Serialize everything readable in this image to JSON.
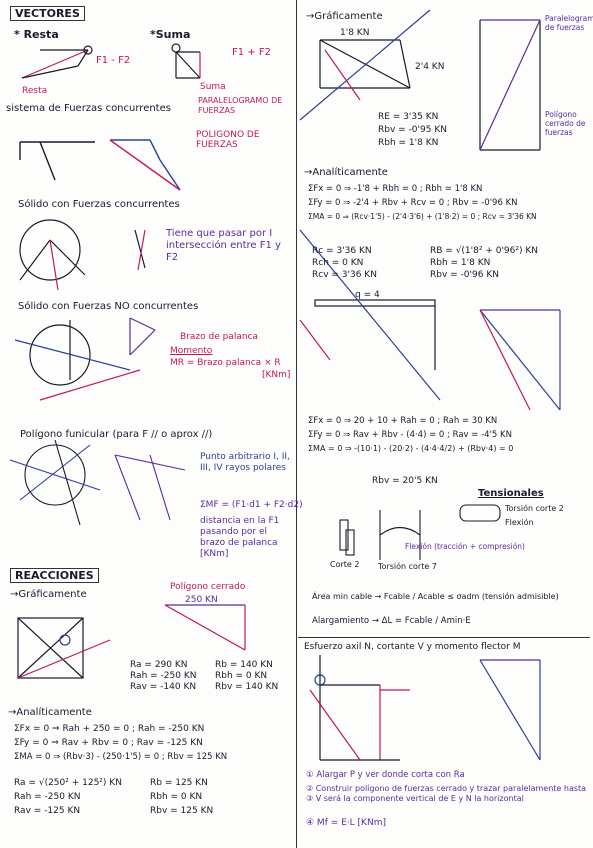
{
  "left": {
    "title": "VECTORES",
    "resta": "* Resta",
    "suma": "*Suma",
    "resta_formula": "F1 - F2",
    "suma_formula": "F1 + F2",
    "resta_note": "Resta",
    "suma_note": "Suma",
    "paralelogramo": "PARALELOGRAMO DE FUERZAS",
    "concurrentes": "sistema de Fuerzas concurrentes",
    "poligono": "POLIGONO DE FUERZAS",
    "solido_conc": "Sólido con Fuerzas concurrentes",
    "tiene_pasar": "Tiene que pasar por I intersección entre F1 y F2",
    "solido_no_conc": "Sólido con Fuerzas NO concurrentes",
    "brazo": "Brazo de palanca",
    "momento": "Momento",
    "mr_formula": "MR = Brazo palanca × R",
    "knm": "[KNm]",
    "poligono_funicular": "Polígono funicular (para F // o aprox //)",
    "punto_arbitrario": "Punto arbitrario I, II, III, IV rayos polares",
    "mf_formula": "ΣMF = (F1·d1 + F2·d2)",
    "distancia": "distancia en la F1 pasando por el brazo de palanca [KNm]",
    "reacciones": "REACCIONES",
    "graficamente": "→Gráficamente",
    "poligono_cerrado": "Polígono cerrado",
    "kn250": "250 KN",
    "res_a": [
      "Ra = 290 KN",
      "Rah = -250 KN",
      "Rav = -140 KN"
    ],
    "res_b": [
      "Rb = 140 KN",
      "Rbh = 0 KN",
      "Rbv = 140 KN"
    ],
    "analiticamente": "→Analíticamente",
    "eqs": [
      "ΣFx = 0 ⇒ Rah + 250 = 0 ; Rah = -250 KN",
      "ΣFy = 0 ⇒ Rav + Rbv = 0 ; Rav = -125 KN",
      "ΣMA = 0 ⇒ (Rbv·3) - (250·1'5) = 0 ; Rbv = 125 KN"
    ],
    "fin_a": [
      "Ra = √(250² + 125²) KN",
      "Rah = -250 KN",
      "Rav = -125 KN"
    ],
    "fin_b": [
      "Rb = 125 KN",
      "Rbh = 0 KN",
      "Rbv = 125 KN"
    ]
  },
  "right": {
    "graficamente": "→Gráficamente",
    "dims": "1'8 KN",
    "dims2": "2'4 KN",
    "paralelo": "Paralelogramo de fuerzas",
    "poligono_cerrado": "Polígono cerrado de fuerzas",
    "r_results": [
      "RE = 3'35 KN",
      "Rbv = -0'95 KN",
      "Rbh = 1'8 KN"
    ],
    "analiticamente": "→Analíticamente",
    "eqs": [
      "ΣFx = 0 ⇒ -1'8 + Rbh = 0 ; Rbh = 1'8 KN",
      "ΣFy = 0 ⇒ -2'4 + Rbv + Rcv = 0 ; Rbv = -0'96 KN",
      "ΣMA = 0 ⇒ (Rcv·1'5) - (2'4·3'6) + (1'8·2) = 0 ; Rcv = 3'36 KN"
    ],
    "rc": [
      "Rc = 3'36 KN",
      "Rch = 0 KN",
      "Rcv = 3'36 KN"
    ],
    "rb": [
      "RB = √(1'8² + 0'96²) KN",
      "Rbh = 1'8 KN",
      "Rbv = -0'96 KN"
    ],
    "q4": "q = 4",
    "eqs2": [
      "ΣFx = 0 ⇒ 20 + 10 + Rah = 0 ; Rah = 30 KN",
      "ΣFy = 0 ⇒ Rav + Rbv - (4·4) = 0 ; Rav = -4'5 KN",
      "ΣMA = 0 ⇒ -(10·1) - (20·2) - (4·4·4/2) + (Rbv·4) = 0"
    ],
    "rbv": "Rbv = 20'5 KN",
    "tensionales": "Tensionales",
    "torsion_corte": "Torsión corte 2",
    "flexion": "Flexión",
    "flexion_traccion": "Flexión (tracción + compresión)",
    "corte2": "Corte 2",
    "torsion_corte7": "Torsión corte 7",
    "area_min": "Área min cable → Fcable / Acable ≤ σadm (tensión admisible)",
    "alargamiento": "Alargamiento → ΔL = Fcable / Amin·E",
    "esfuerzo": "Esfuerzo axil N, cortante V y momento flector M",
    "steps": [
      "① Alargar P y ver donde corta con Ra",
      "② Construir polígono de fuerzas cerrado y trazar paralelamente hasta ③ V será la componente vertical de E y N la horizontal",
      "④ Mf = E·L [KNm]"
    ]
  }
}
